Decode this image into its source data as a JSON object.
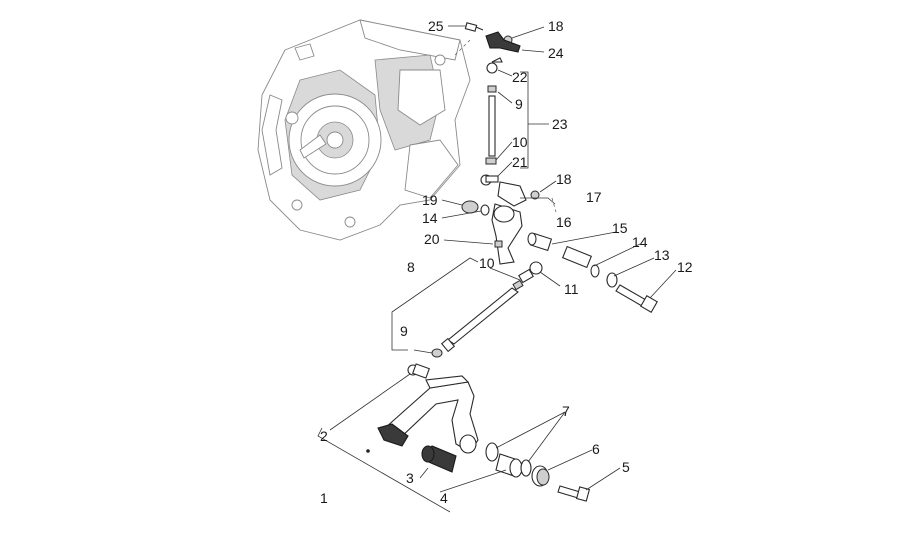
{
  "diagram": {
    "labels": [
      {
        "id": "25",
        "text": "25"
      },
      {
        "id": "18a",
        "text": "18"
      },
      {
        "id": "24",
        "text": "24"
      },
      {
        "id": "22",
        "text": "22"
      },
      {
        "id": "9a",
        "text": "9"
      },
      {
        "id": "23",
        "text": "23"
      },
      {
        "id": "10a",
        "text": "10"
      },
      {
        "id": "21",
        "text": "21"
      },
      {
        "id": "18b",
        "text": "18"
      },
      {
        "id": "17",
        "text": "17"
      },
      {
        "id": "19",
        "text": "19"
      },
      {
        "id": "14a",
        "text": "14"
      },
      {
        "id": "16",
        "text": "16"
      },
      {
        "id": "15",
        "text": "15"
      },
      {
        "id": "14b",
        "text": "14"
      },
      {
        "id": "13",
        "text": "13"
      },
      {
        "id": "12",
        "text": "12"
      },
      {
        "id": "20",
        "text": "20"
      },
      {
        "id": "10b",
        "text": "10"
      },
      {
        "id": "8",
        "text": "8"
      },
      {
        "id": "11",
        "text": "11"
      },
      {
        "id": "9b",
        "text": "9"
      },
      {
        "id": "2",
        "text": "2"
      },
      {
        "id": "7",
        "text": "7"
      },
      {
        "id": "6",
        "text": "6"
      },
      {
        "id": "3",
        "text": "3"
      },
      {
        "id": "5",
        "text": "5"
      },
      {
        "id": "1",
        "text": "1"
      },
      {
        "id": "4",
        "text": "4"
      }
    ]
  }
}
